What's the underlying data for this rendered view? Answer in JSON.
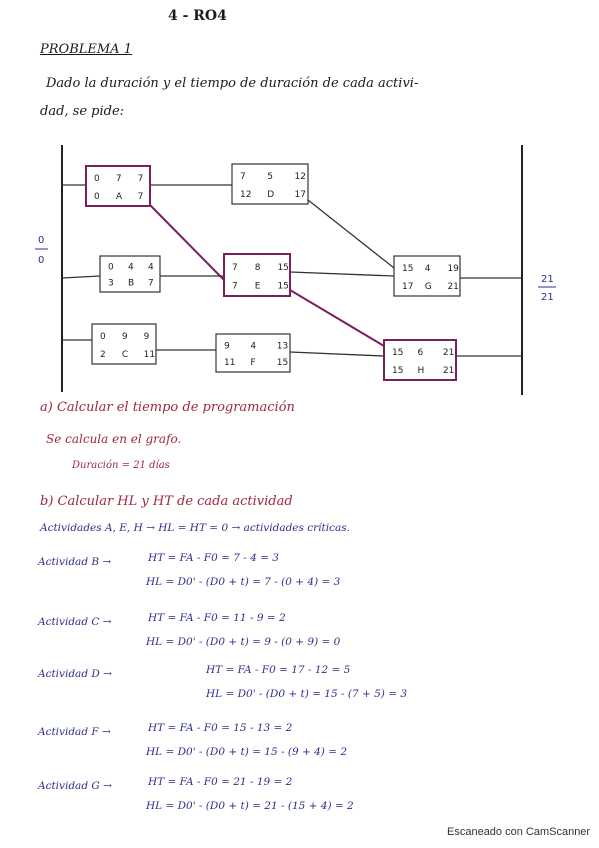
{
  "header": {
    "title": "4 - RO4"
  },
  "problem": {
    "heading": "PROBLEMA 1",
    "intro_line1": "Dado la duración y el tiempo de duración de cada activi-",
    "intro_line2": "dad, se pide:"
  },
  "diagram": {
    "start_fraction": {
      "top": "0",
      "bottom": "0"
    },
    "end_fraction": {
      "top": "21",
      "bottom": "21"
    },
    "nodes": [
      {
        "id": "A",
        "row1": [
          "0",
          "7",
          "7"
        ],
        "row2": [
          "0",
          "A",
          "7"
        ],
        "critical": true
      },
      {
        "id": "D",
        "row1": [
          "7",
          "5",
          "12"
        ],
        "row2": [
          "12",
          "D",
          "17"
        ],
        "critical": false
      },
      {
        "id": "B",
        "row1": [
          "0",
          "4",
          "4"
        ],
        "row2": [
          "3",
          "B",
          "7"
        ],
        "critical": false
      },
      {
        "id": "E",
        "row1": [
          "7",
          "8",
          "15"
        ],
        "row2": [
          "7",
          "E",
          "15"
        ],
        "critical": true
      },
      {
        "id": "G",
        "row1": [
          "15",
          "4",
          "19"
        ],
        "row2": [
          "17",
          "G",
          "21"
        ],
        "critical": false
      },
      {
        "id": "C",
        "row1": [
          "0",
          "9",
          "9"
        ],
        "row2": [
          "2",
          "C",
          "11"
        ],
        "critical": false
      },
      {
        "id": "F",
        "row1": [
          "9",
          "4",
          "13"
        ],
        "row2": [
          "11",
          "F",
          "15"
        ],
        "critical": false
      },
      {
        "id": "H",
        "row1": [
          "15",
          "6",
          "21"
        ],
        "row2": [
          "15",
          "H",
          "21"
        ],
        "critical": true
      }
    ]
  },
  "section_a": {
    "label": "a) Calcular el tiempo de programación",
    "line1": "Se calcula en el grafo.",
    "line2": "Duración = 21 días"
  },
  "section_b": {
    "label": "b) Calcular HL y HT de cada actividad",
    "critical_line": "Actividades A, E, H → HL = HT = 0 → actividades críticas.",
    "activities": [
      {
        "name": "Actividad B →",
        "ht": "HT = FA - F0 = 7 - 4 = 3",
        "hl": "HL = D0' - (D0 + t) = 7 - (0 + 4) = 3"
      },
      {
        "name": "Actividad C →",
        "ht": "HT = FA - F0 = 11 - 9 = 2",
        "hl": "HL = D0' - (D0 + t) = 9 - (0 + 9) = 0"
      },
      {
        "name": "Actividad D →",
        "ht": "HT = FA - F0 = 17 - 12 = 5",
        "hl": "HL = D0' - (D0 + t) = 15 - (7 + 5) = 3"
      },
      {
        "name": "Actividad F →",
        "ht": "HT = FA - F0 = 15 - 13 = 2",
        "hl": "HL = D0' - (D0 + t) = 15 - (9 + 4) = 2"
      },
      {
        "name": "Actividad G →",
        "ht": "HT = FA - F0 = 21 - 19 = 2",
        "hl": "HL = D0' - (D0 + t) = 21 - (15 + 4) = 2"
      }
    ]
  },
  "footer": {
    "scanner": "Escaneado con CamScanner"
  },
  "colors": {
    "ink": "#1a1a1a",
    "blue_ink": "#2b2f8a",
    "red_ink": "#a0283c",
    "critical": "#7a1f5c"
  }
}
